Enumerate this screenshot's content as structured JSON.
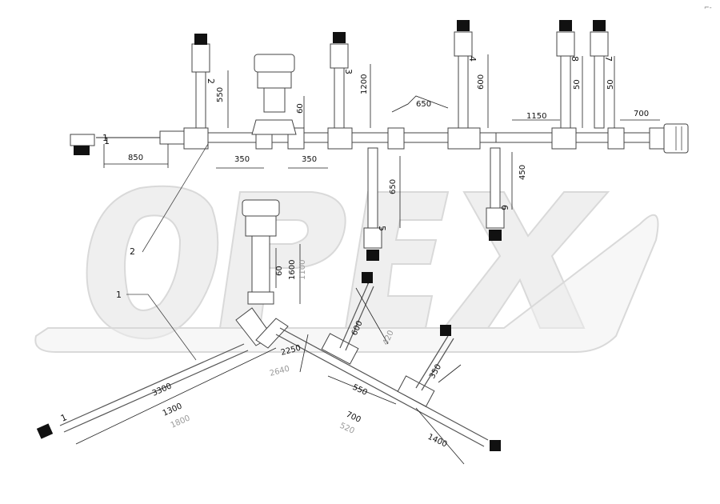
{
  "watermark": "OPEX",
  "corner_mark": "⌐-",
  "dimensions_top": [
    "850",
    "350",
    "350",
    "550",
    "60",
    "1200",
    "650",
    "600",
    "1150",
    "50",
    "50",
    "700",
    "650",
    "450"
  ],
  "dimensions_bottom": [
    "1600",
    "1100",
    "60",
    "600",
    "420",
    "2250",
    "2640",
    "3300",
    "1300",
    "1800",
    "550",
    "700",
    "520",
    "350",
    "1400"
  ],
  "part_labels": [
    "1",
    "2",
    "3",
    "4",
    "5",
    "6",
    "7",
    "8",
    "2",
    "1"
  ],
  "callouts": [
    "1",
    "2",
    "1"
  ]
}
